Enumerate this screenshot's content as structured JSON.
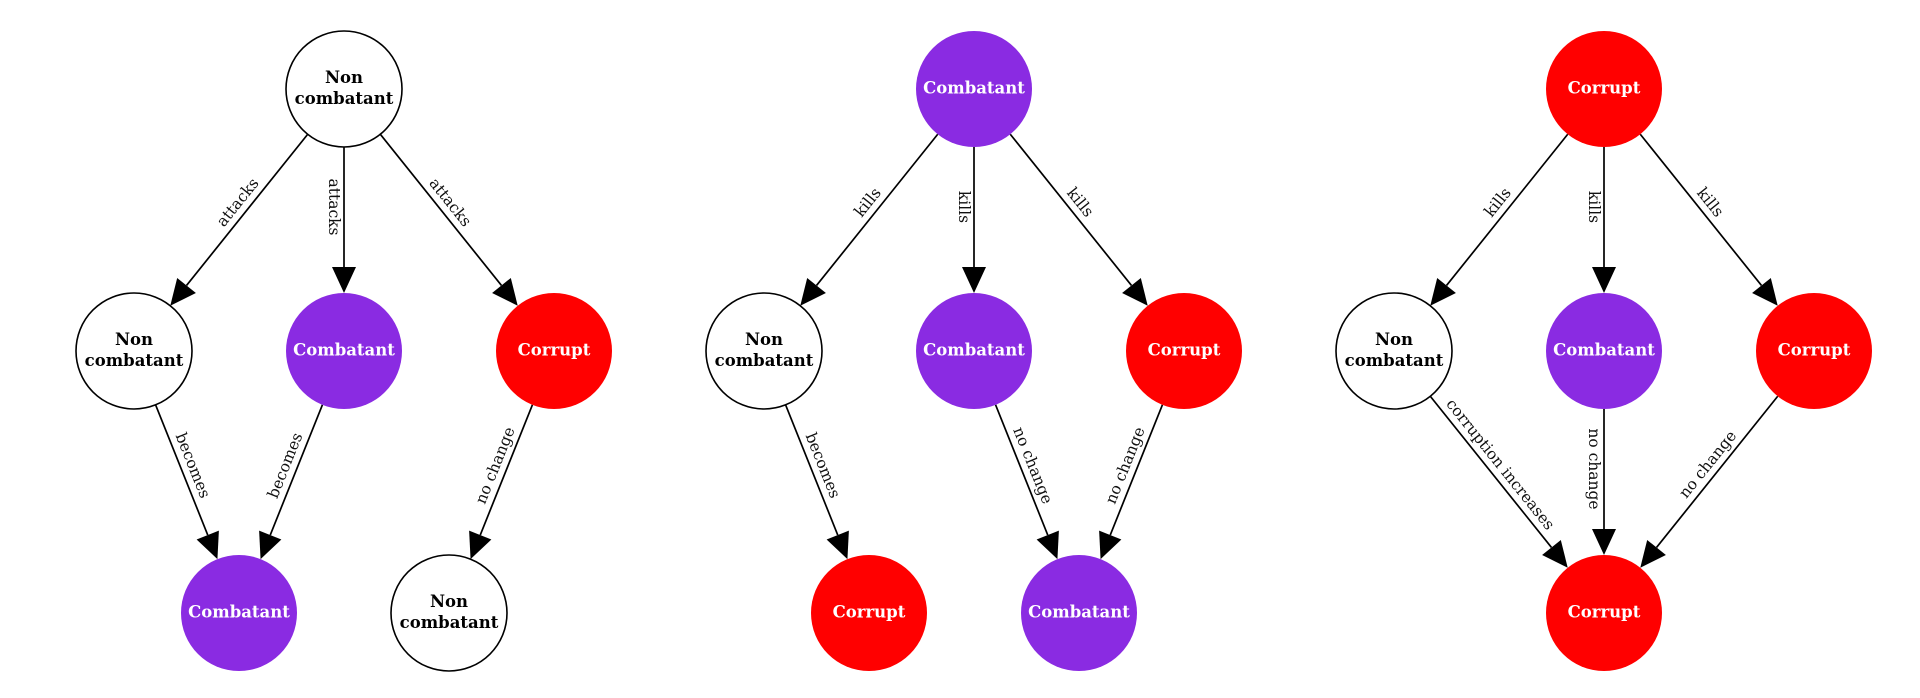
{
  "colors": {
    "noncombatant_fill": "#ffffff",
    "combatant_fill": "#8a2be2",
    "corrupt_fill": "#ff0000",
    "stroke": "#000000",
    "light_text": "#ffffff",
    "dark_text": "#000000"
  },
  "panels": [
    {
      "name": "noncombatant-panel",
      "nodes": [
        {
          "id": "src",
          "kind": "noncombatant",
          "label": [
            "Non",
            "combatant"
          ]
        },
        {
          "id": "m1",
          "kind": "noncombatant",
          "label": [
            "Non",
            "combatant"
          ]
        },
        {
          "id": "m2",
          "kind": "combatant",
          "label": [
            "Combatant"
          ]
        },
        {
          "id": "m3",
          "kind": "corrupt",
          "label": [
            "Corrupt"
          ]
        },
        {
          "id": "b1",
          "kind": "combatant",
          "label": [
            "Combatant"
          ]
        },
        {
          "id": "b2",
          "kind": "noncombatant",
          "label": [
            "Non",
            "combatant"
          ]
        }
      ],
      "edges": [
        {
          "from": "src",
          "to": "m1",
          "label": "attacks"
        },
        {
          "from": "src",
          "to": "m2",
          "label": "attacks"
        },
        {
          "from": "src",
          "to": "m3",
          "label": "attacks"
        },
        {
          "from": "m1",
          "to": "b1",
          "label": "becomes"
        },
        {
          "from": "m2",
          "to": "b1",
          "label": "becomes"
        },
        {
          "from": "m3",
          "to": "b2",
          "label": "no change"
        }
      ]
    },
    {
      "name": "combatant-panel",
      "nodes": [
        {
          "id": "src",
          "kind": "combatant",
          "label": [
            "Combatant"
          ]
        },
        {
          "id": "m1",
          "kind": "noncombatant",
          "label": [
            "Non",
            "combatant"
          ]
        },
        {
          "id": "m2",
          "kind": "combatant",
          "label": [
            "Combatant"
          ]
        },
        {
          "id": "m3",
          "kind": "corrupt",
          "label": [
            "Corrupt"
          ]
        },
        {
          "id": "b1",
          "kind": "corrupt",
          "label": [
            "Corrupt"
          ]
        },
        {
          "id": "b2",
          "kind": "combatant",
          "label": [
            "Combatant"
          ]
        }
      ],
      "edges": [
        {
          "from": "src",
          "to": "m1",
          "label": "kills"
        },
        {
          "from": "src",
          "to": "m2",
          "label": "kills"
        },
        {
          "from": "src",
          "to": "m3",
          "label": "kills"
        },
        {
          "from": "m1",
          "to": "b1",
          "label": "becomes"
        },
        {
          "from": "m2",
          "to": "b2",
          "label": "no change"
        },
        {
          "from": "m3",
          "to": "b2",
          "label": "no change"
        }
      ]
    },
    {
      "name": "corrupt-panel",
      "nodes": [
        {
          "id": "src",
          "kind": "corrupt",
          "label": [
            "Corrupt"
          ]
        },
        {
          "id": "m1",
          "kind": "noncombatant",
          "label": [
            "Non",
            "combatant"
          ]
        },
        {
          "id": "m2",
          "kind": "combatant",
          "label": [
            "Combatant"
          ]
        },
        {
          "id": "m3",
          "kind": "corrupt",
          "label": [
            "Corrupt"
          ]
        },
        {
          "id": "b1",
          "kind": "corrupt",
          "label": [
            "Corrupt"
          ]
        }
      ],
      "edges": [
        {
          "from": "src",
          "to": "m1",
          "label": "kills"
        },
        {
          "from": "src",
          "to": "m2",
          "label": "kills"
        },
        {
          "from": "src",
          "to": "m3",
          "label": "kills"
        },
        {
          "from": "m1",
          "to": "b1",
          "label": "corruption increases"
        },
        {
          "from": "m2",
          "to": "b1",
          "label": "no change"
        },
        {
          "from": "m3",
          "to": "b1",
          "label": "no change"
        }
      ]
    }
  ]
}
